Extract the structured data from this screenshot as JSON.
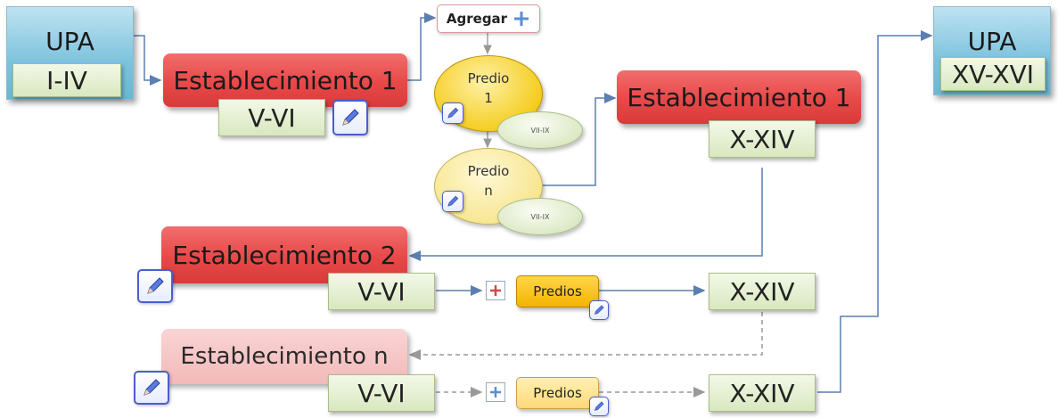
{
  "upa_left": {
    "title": "UPA",
    "range": "I-IV"
  },
  "upa_right": {
    "title": "UPA",
    "range": "XV-XVI"
  },
  "est1": {
    "label": "Establecimiento 1",
    "range": "V-VI"
  },
  "agregar": {
    "label": "Agregar"
  },
  "predio1": {
    "label": "Predio",
    "num": "1",
    "range": "VII-IX"
  },
  "predion": {
    "label": "Predio",
    "num": "n",
    "range": "VII-IX"
  },
  "est1_right": {
    "label": "Establecimiento 1",
    "range": "X-XIV"
  },
  "est2": {
    "label": "Establecimiento 2",
    "range": "V-VI",
    "predios": "Predios",
    "range_right": "X-XIV"
  },
  "estn": {
    "label": "Establecimiento n",
    "range": "V-VI",
    "predios": "Predios",
    "range_right": "X-XIV"
  },
  "colors": {
    "upa": "#7cc3dd",
    "establecimiento": "#e84848",
    "establecimiento_n": "#f3b9b9",
    "range_box": "#d9e8bf",
    "predio": "#f5cd20",
    "edit_icon": "#4a5fd0",
    "connector": "#5b7fb0"
  },
  "icons": [
    "edit-icon",
    "plus-icon",
    "arrow-icon"
  ]
}
